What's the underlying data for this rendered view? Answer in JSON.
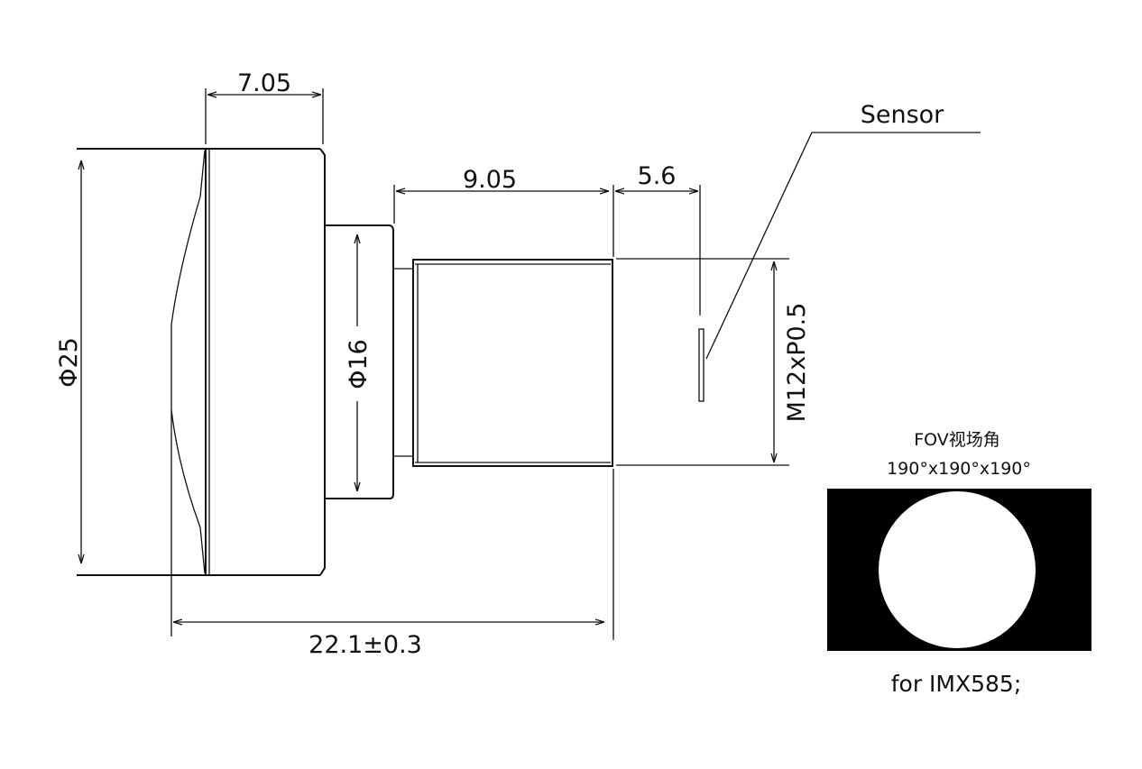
{
  "dimensions": {
    "front_length": "7.05",
    "front_diameter": "Φ25",
    "step_diameter": "Φ16",
    "thread_length": "9.05",
    "back_focal": "5.6",
    "thread_spec": "M12xP0.5",
    "total_length": "22.1±0.3"
  },
  "sensor_label": "Sensor",
  "fov": {
    "title": "FOV视场角",
    "value": "190°x190°x190°",
    "note": "for IMX585;"
  }
}
